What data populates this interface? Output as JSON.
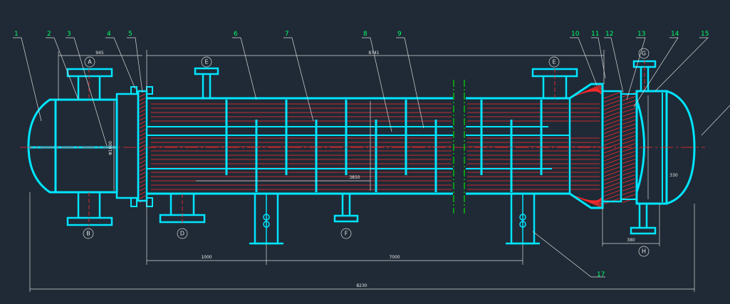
{
  "part_labels": [
    "1",
    "2",
    "3",
    "4",
    "5",
    "6",
    "7",
    "8",
    "9",
    "10",
    "11",
    "12",
    "13",
    "14",
    "15",
    "17"
  ],
  "nozzle_labels": [
    "A",
    "B",
    "D",
    "E",
    "E",
    "F",
    "G",
    "H"
  ],
  "dimension_labels": [
    "945",
    "8741",
    "1000",
    "7000",
    "3850",
    "330",
    "380",
    "8230",
    "Φ1600"
  ],
  "colors": {
    "background": "#1f2a36",
    "outline": "#00e5ff",
    "label": "#00ff66",
    "dimension": "#d9d9d9",
    "tube_line": "#ff2a2a",
    "break_line": "#00e000"
  }
}
